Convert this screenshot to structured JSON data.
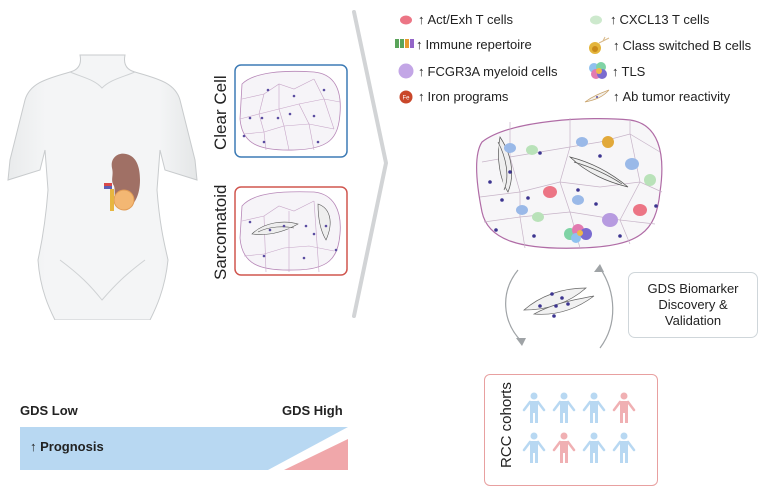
{
  "figure": {
    "subtypes": {
      "clear_cell": "Clear Cell",
      "sarcomatoid": "Sarcomatoid"
    },
    "legend": [
      {
        "label": "Act/Exh T cells",
        "icon": "red-cell-icon",
        "color": "#e8697a"
      },
      {
        "label": "Immune repertoire",
        "icon": "receptor-bars-icon",
        "color": "#5aa45a"
      },
      {
        "label": "FCGR3A myeloid cells",
        "icon": "purple-cell-icon",
        "color": "#b08ad8"
      },
      {
        "label": "Iron programs",
        "icon": "iron-fe-icon",
        "color": "#c9472a",
        "badge": "Fe"
      },
      {
        "label": "CXCL13 T cells",
        "icon": "green-cell-icon",
        "color": "#a8d8a8"
      },
      {
        "label": "Class switched B cells",
        "icon": "b-cell-icon",
        "color": "#d6a228"
      },
      {
        "label": "TLS",
        "icon": "tls-cluster-icon",
        "color": "#7a6bd0"
      },
      {
        "label": "Ab tumor reactivity",
        "icon": "antibody-spindle-icon",
        "color": "#c9a36b"
      }
    ],
    "arrow_symbol": "↑",
    "gds_box": {
      "lines": [
        "GDS Biomarker",
        "Discovery &",
        "Validation"
      ]
    },
    "cohorts": {
      "label": "RCC cohorts",
      "people": [
        "blue",
        "blue",
        "blue",
        "red",
        "blue",
        "red",
        "blue",
        "blue"
      ]
    },
    "gradient": {
      "left_label": "GDS Low",
      "right_label": "GDS High",
      "row_label": "Prognosis"
    },
    "colors": {
      "clear_cell_border": "#3d7bb5",
      "sarcomatoid_border": "#d0564f",
      "blue": "#b8d8f2",
      "red": "#f0a7aa",
      "cohort_border": "#e8a0a0",
      "chevron": "#d2d4d6"
    }
  }
}
